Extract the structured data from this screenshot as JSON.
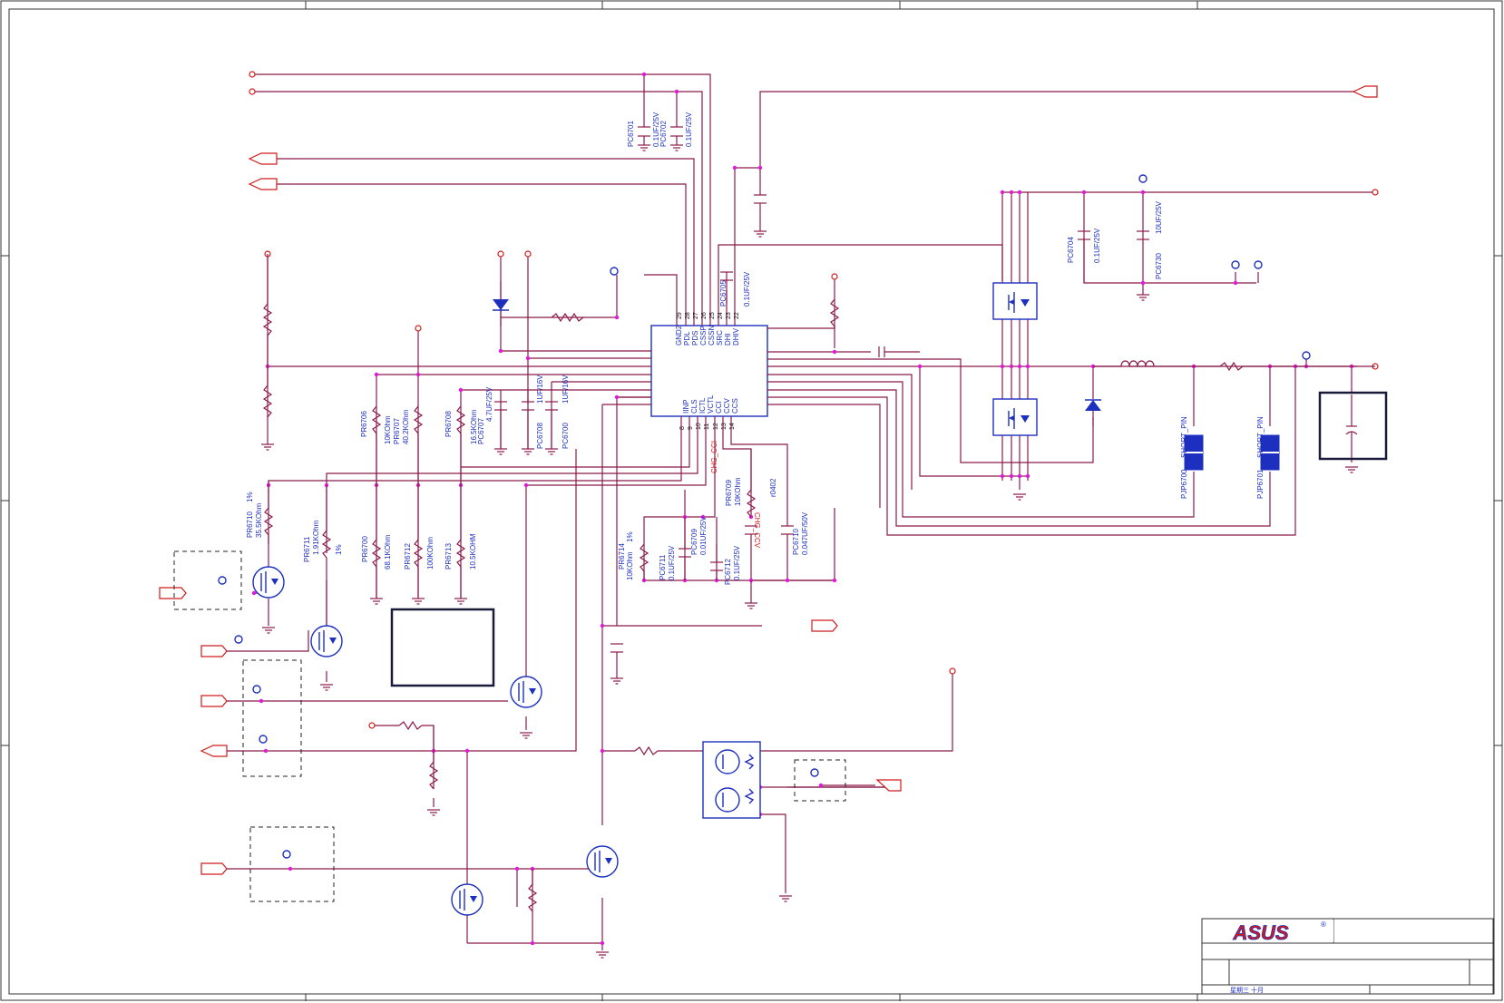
{
  "ic": {
    "pins_left": [
      "GND2",
      "PDL",
      "PDS",
      "CSSP",
      "CSSN",
      "SRC",
      "DHI",
      "DHIV"
    ],
    "pins_right": [
      "IINP",
      "CLS",
      "ICTL",
      "VCTL",
      "CCI",
      "CCV",
      "CCS"
    ],
    "pin_nums_top": [
      "29",
      "28",
      "27",
      "26",
      "25",
      "24",
      "23",
      "22"
    ],
    "pin_nums_bottom": [
      "8",
      "9",
      "10",
      "11",
      "12",
      "13",
      "14"
    ]
  },
  "components": {
    "pc6701": "PC6701",
    "pc6701_val": "0.1UF/25V",
    "pc6702": "PC6702",
    "pc6702_val": "0.1UF/25V",
    "pc6705": "PC6705",
    "pc6705_val": "0.1UF/25V",
    "pc6704": "PC6704",
    "pc6704_val": "0.1UF/25V",
    "pc6730": "PC6730",
    "pc6730_val": "10UF/25V",
    "pr6706": "PR6706",
    "pr6706_val": "10KOhm",
    "pr6707": "PR6707",
    "pr6707_val": "40.2KOhm",
    "pr6708": "PR6708",
    "pr6708_val": "16.5KOhm",
    "pc6707": "PC6707",
    "pc6707_val": "4.7UF/25V",
    "pc6708": "PC6708",
    "pc6708_val": "1UF/16V",
    "pc6700": "PC6700",
    "pc6700_val": "1UF/16V",
    "pr6710": "PR6710",
    "pr6710_val": "35.5KOhm",
    "pr6710_tol": "1%",
    "pr6711": "PR6711",
    "pr6711_val": "1.91KOhm",
    "pr6711_tol": "1%",
    "pr6700": "PR6700",
    "pr6700_val": "68.1KOhm",
    "pr6712": "PR6712",
    "pr6712_val": "100KOhm",
    "pr6713": "PR6713",
    "pr6713_val": "10.5KOHM",
    "pr6714": "PR6714",
    "pr6714_val": "10KOhm",
    "pr6714_tol": "1%",
    "pc6711": "PC6711",
    "pc6711_val": "0.1UF/25V",
    "pc6709": "PC6709",
    "pc6709_val": "0.01UF/25V",
    "pr6709": "PR6709",
    "pr6709_val": "10KOhm",
    "pr6709_pkg": "r0402",
    "pc6712": "PC6712",
    "pc6712_val": "0.1UF/25V",
    "pc6710": "PC6710",
    "pc6710_val": "0.047UF/50V",
    "pjp6700": "PJP6700",
    "pjp6700_type": "SHORT_PIN",
    "pjp6701": "PJP6701",
    "pjp6701_type": "SHORT_PIN"
  },
  "nets": {
    "chg_cci": "CHG_CCI",
    "chg_ccv": "CHG_CCV"
  },
  "title_block": {
    "footer": "星期三 十月",
    "logo": "ASUS",
    "registered": "®"
  },
  "colors": {
    "wire": "#8b1a4a",
    "part": "#1c2fbf",
    "junction": "#e01ad8",
    "port": "#d11a1a",
    "logo": "#d11a1a"
  }
}
